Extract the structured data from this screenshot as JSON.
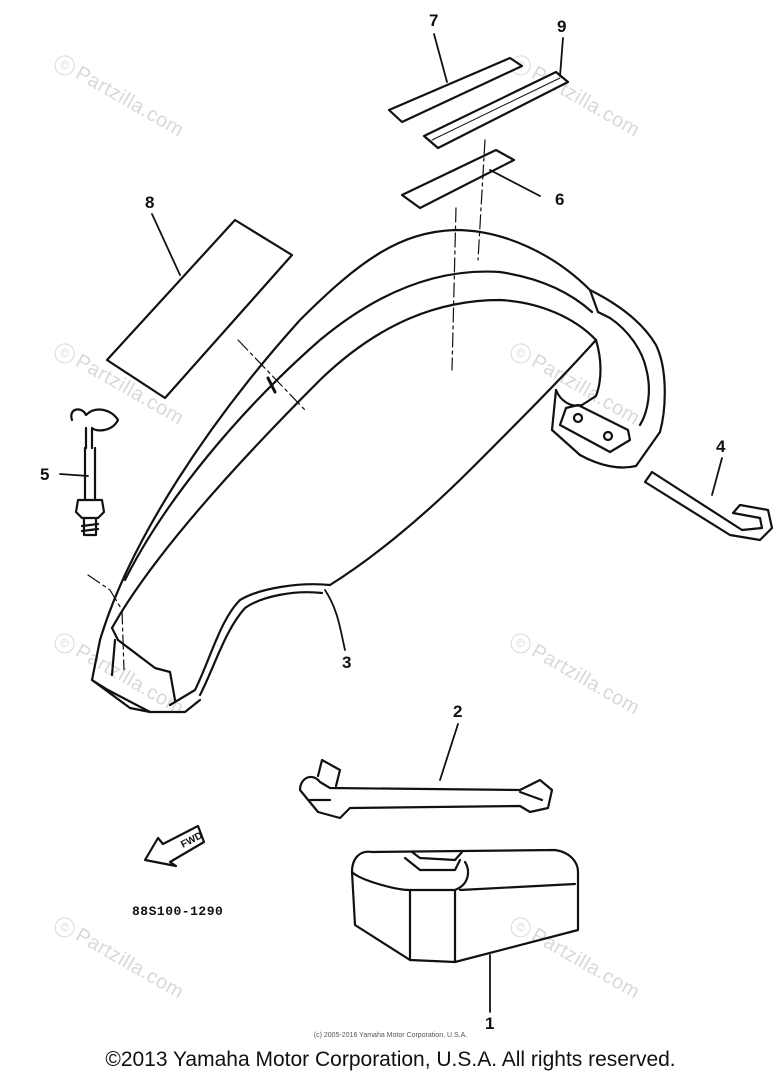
{
  "callouts": {
    "c1": "1",
    "c2": "2",
    "c3": "3",
    "c4": "4",
    "c5": "5",
    "c6": "6",
    "c7": "7",
    "c8": "8",
    "c9": "9"
  },
  "fwd_label": "FWD",
  "part_number": "88S100-1290",
  "small_copyright": "(c) 2005-2016 Yamaha Motor Corporation, U.S.A.",
  "copyright": "©2013 Yamaha Motor Corporation, U.S.A. All rights reserved.",
  "watermark": {
    "symbol": "©",
    "text": "Partzilla.com"
  },
  "colors": {
    "line": "#111111",
    "watermark": "#d9d9d9",
    "background": "#ffffff"
  }
}
